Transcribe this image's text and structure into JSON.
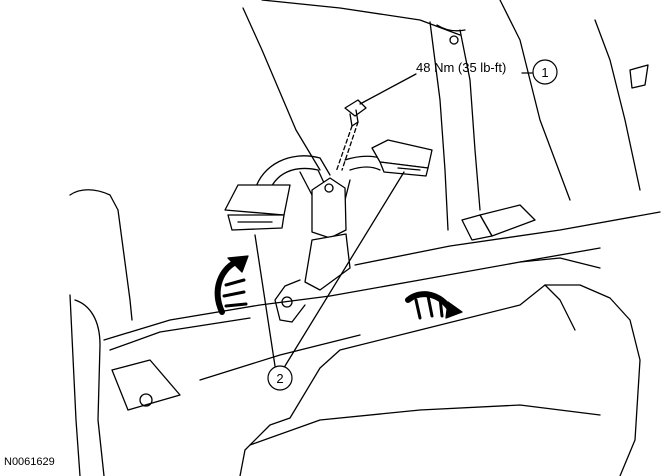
{
  "figure": {
    "torque_spec": "48 Nm (35 lb-ft)",
    "callouts": [
      {
        "number": "1",
        "target": "seat belt anchor bolt"
      },
      {
        "number": "2",
        "target": "seat belt buckles"
      }
    ],
    "figure_id": "N0061629"
  },
  "colors": {
    "line": "#000000",
    "background": "#ffffff"
  }
}
